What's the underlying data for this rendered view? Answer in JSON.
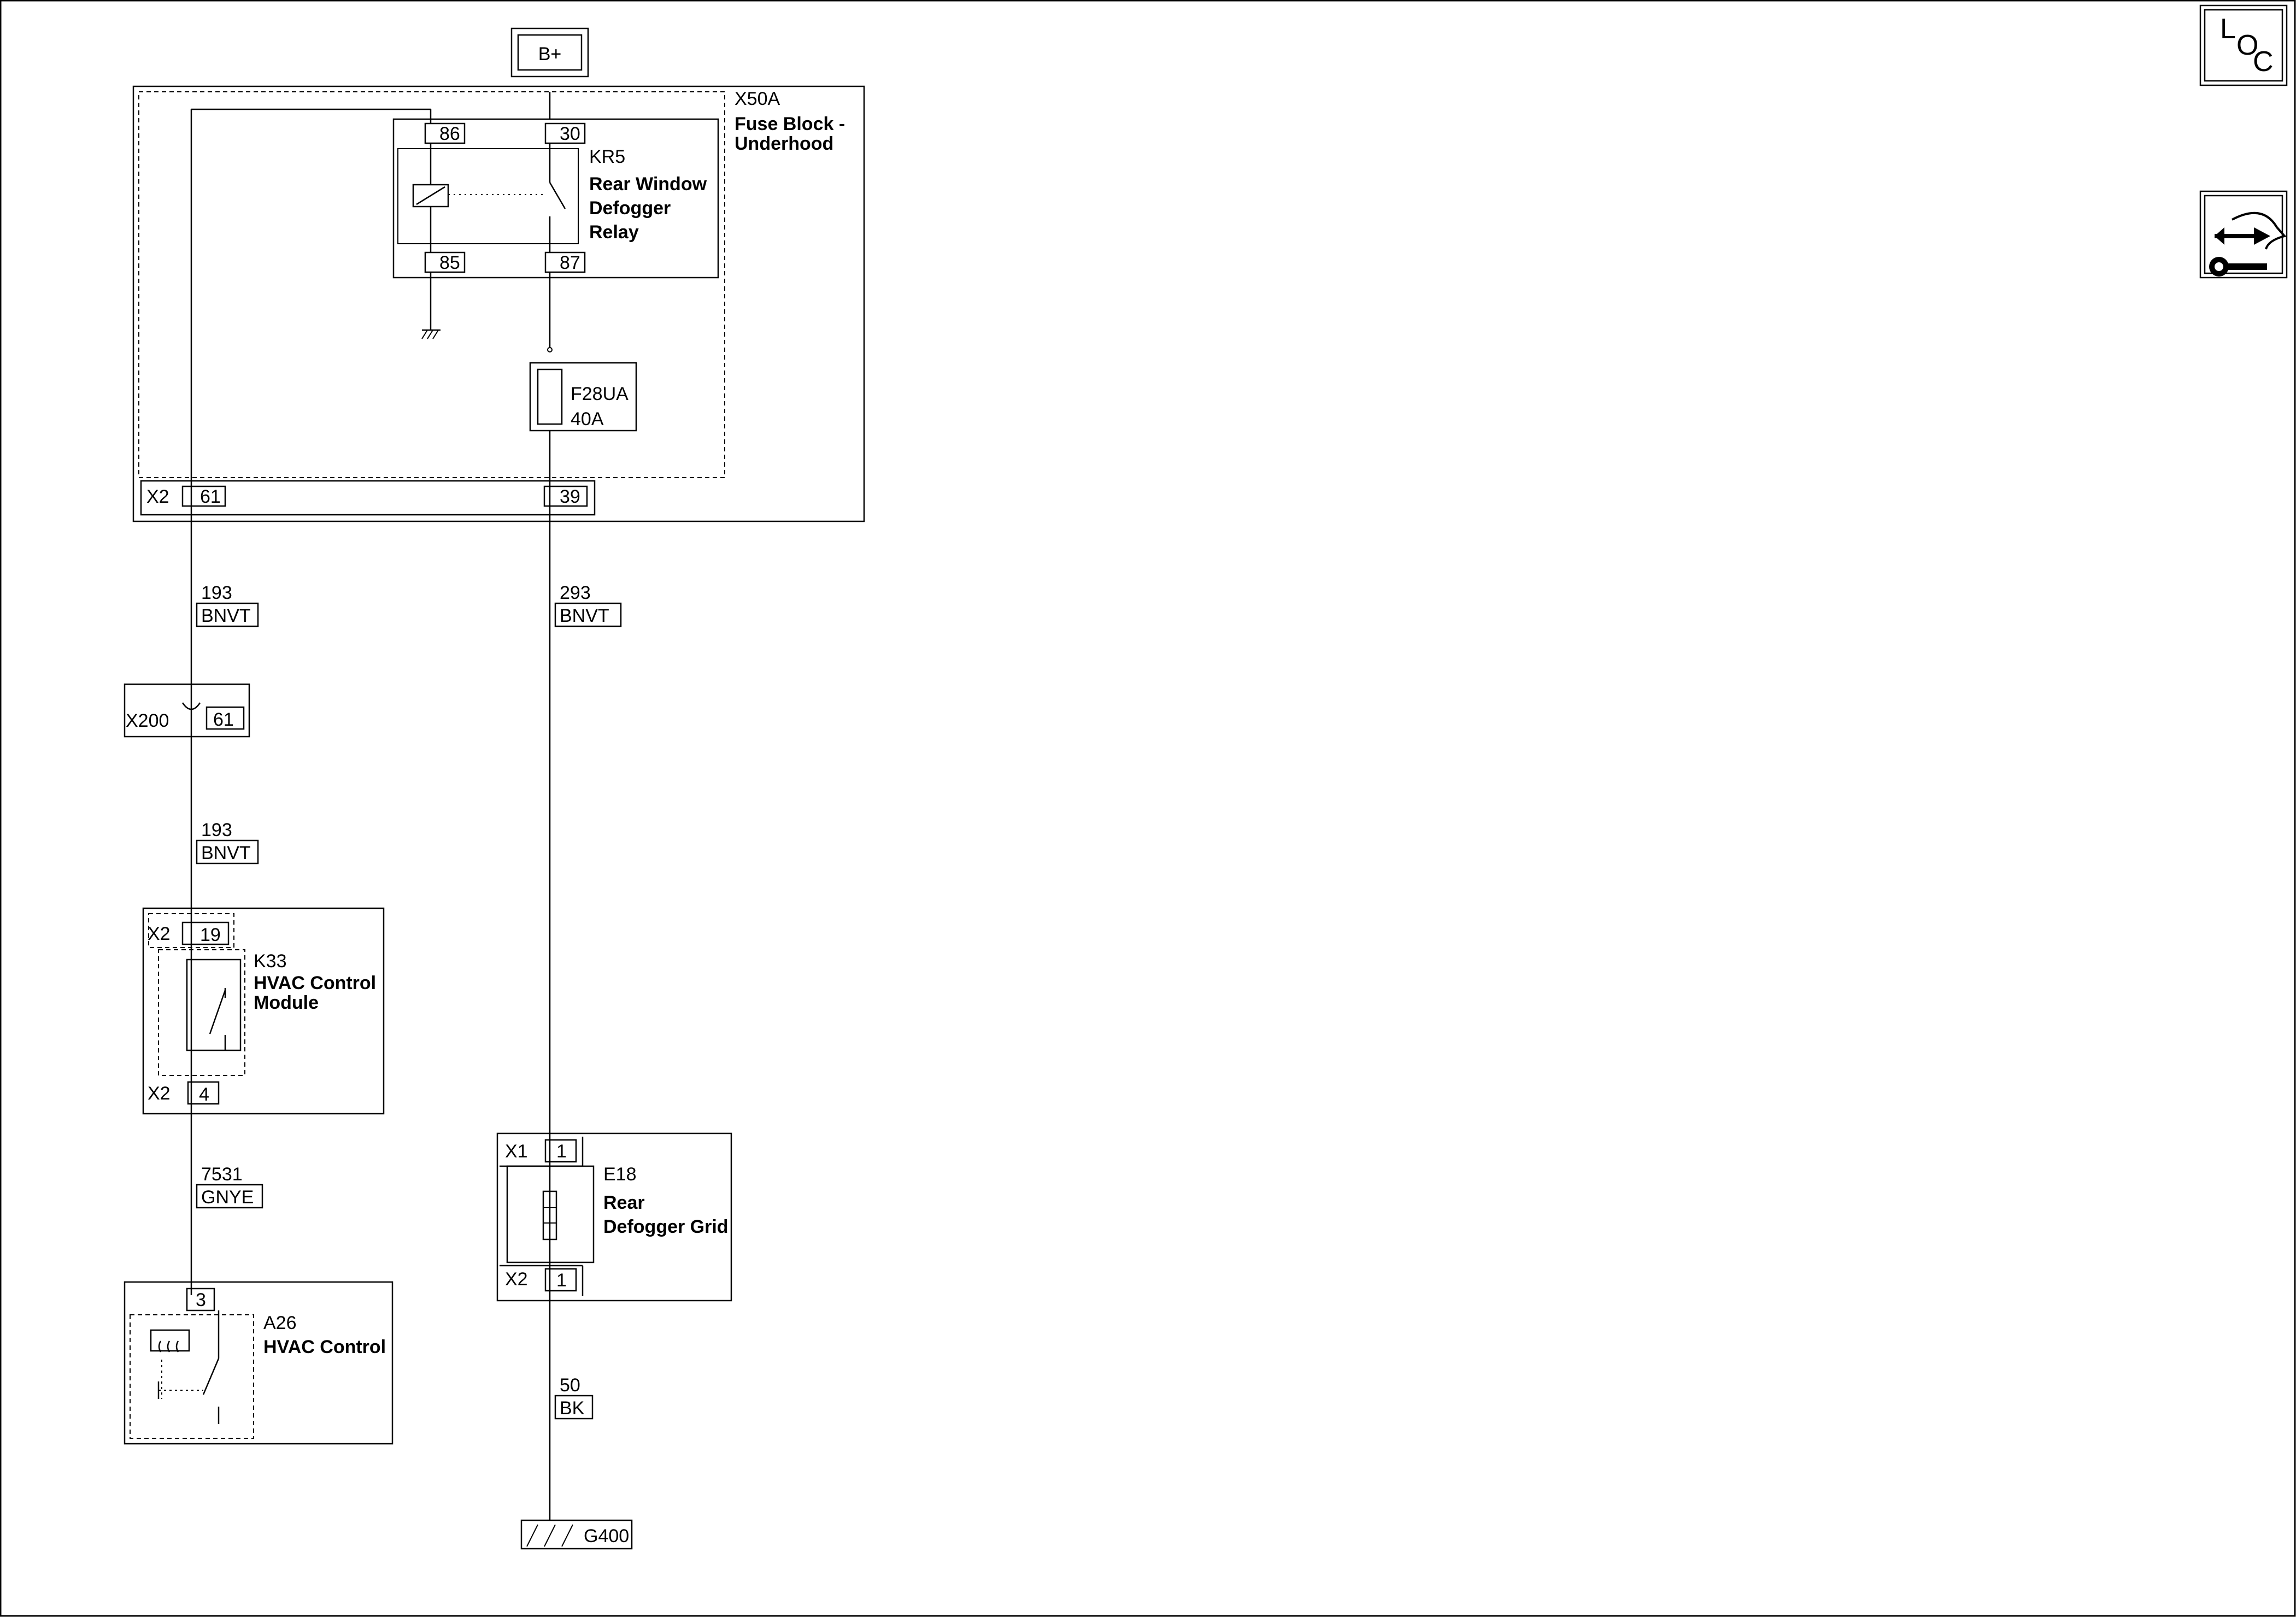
{
  "power": {
    "label": "B+"
  },
  "fuse_block": {
    "ref": "X50A",
    "name_line1": "Fuse Block -",
    "name_line2": "Underhood",
    "connector": "X2",
    "pin_left": "61",
    "pin_right": "39"
  },
  "relay": {
    "ref": "KR5",
    "name_line1": "Rear Window",
    "name_line2": "Defogger",
    "name_line3": "Relay",
    "pin_86": "86",
    "pin_30": "30",
    "pin_85": "85",
    "pin_87": "87"
  },
  "fuse": {
    "ref": "F28UA",
    "rating": "40A"
  },
  "wires": {
    "w193a": {
      "circuit": "193",
      "color": "BNVT"
    },
    "w293": {
      "circuit": "293",
      "color": "BNVT"
    },
    "w193b": {
      "circuit": "193",
      "color": "BNVT"
    },
    "w7531": {
      "circuit": "7531",
      "color": "GNYE"
    },
    "w50": {
      "circuit": "50",
      "color": "BK"
    }
  },
  "inline_connector": {
    "ref": "X200",
    "pin": "61"
  },
  "hvac_module": {
    "ref": "K33",
    "name_line1": "HVAC Control",
    "name_line2": "Module",
    "top_connector": "X2",
    "top_pin": "19",
    "bottom_connector": "X2",
    "bottom_pin": "4"
  },
  "defogger_grid": {
    "ref": "E18",
    "name_line1": "Rear",
    "name_line2": "Defogger Grid",
    "top_connector": "X1",
    "top_pin": "1",
    "bottom_connector": "X2",
    "bottom_pin": "1"
  },
  "hvac_control": {
    "ref": "A26",
    "name": "HVAC Control",
    "pin": "3"
  },
  "ground": {
    "ref": "G400"
  },
  "side_icons": {
    "loc_l": "L",
    "loc_o": "O",
    "loc_c": "C",
    "loc_icon": "location-icon",
    "connector_icon": "connector-repair-icon"
  }
}
